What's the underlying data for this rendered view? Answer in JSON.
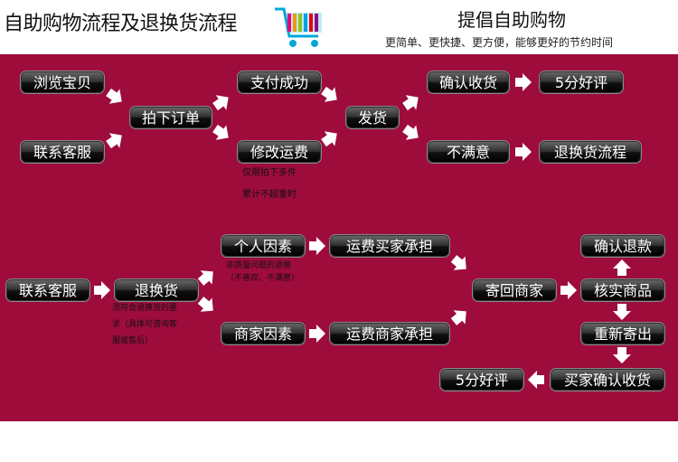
{
  "header": {
    "title": "自助购物流程及退换货流程",
    "slogan": "提倡自助购物",
    "subslogan": "更简单、更快捷、更方便，能够更好的节约时间"
  },
  "flow1": {
    "browse": "浏览宝贝",
    "contact": "联系客服",
    "order": "拍下订单",
    "pay_success": "支付成功",
    "modify_fee": "修改运费",
    "modify_note_1": "仅限拍下多件",
    "modify_note_2": "累计不超重时",
    "ship": "发货",
    "confirm_receipt": "确认收货",
    "five_star": "5分好评",
    "unsatisfied": "不满意",
    "return_flow": "退换货流程"
  },
  "flow2": {
    "contact": "联系客服",
    "return_exchange": "退换货",
    "return_note_1": "须符合退换货的要",
    "return_note_2": "求（具体可咨询客",
    "return_note_3": "服或售后）",
    "personal": "个人因素",
    "personal_note_1": "非质量问题的退换",
    "personal_note_2": "（不喜欢、不满意）",
    "buyer_pays": "运费买家承担",
    "merchant": "商家因素",
    "merchant_pays": "运费商家承担",
    "send_back": "寄回商家",
    "verify": "核实商品",
    "confirm_refund": "确认退款",
    "resend": "重新寄出",
    "buyer_confirm": "买家确认收货",
    "five_star": "5分好评"
  },
  "colors": {
    "panel": "#9e0c3c",
    "node": "#1a1a1a",
    "arrow": "#ffffff"
  }
}
